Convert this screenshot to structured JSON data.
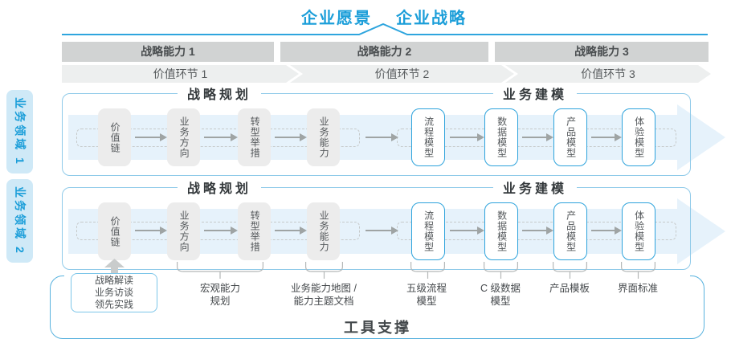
{
  "header": {
    "vision": "企业愿景",
    "strategy": "企业战略"
  },
  "capabilities": [
    "战略能力 1",
    "战略能力 2",
    "战略能力 3"
  ],
  "value_links": [
    "价值环节 1",
    "价值环节 2",
    "价值环节 3"
  ],
  "domains": [
    "业务领域 1",
    "业务领域 2"
  ],
  "lane": {
    "planning_title": "战略规划",
    "modeling_title": "业务建模",
    "strategy_boxes": [
      "价值链",
      "业务方向",
      "转型举措",
      "业务能力"
    ],
    "model_boxes": [
      "流程模型",
      "数据模型",
      "产品模型",
      "体验模型"
    ]
  },
  "annotations": {
    "practice": [
      "战略解读",
      "业务访谈",
      "领先实践"
    ],
    "macro": [
      "宏观能力",
      "规划"
    ],
    "capability_map": [
      "业务能力地图 /",
      "能力主题文档"
    ],
    "process": [
      "五级流程",
      "模型"
    ],
    "data_model": [
      "C 级数据",
      "模型"
    ],
    "product": "产品模板",
    "ui_standard": "界面标准"
  },
  "footer": {
    "tool_support": "工具支撑"
  },
  "colors": {
    "accent_blue": "#1b9ed9",
    "line_blue": "#2ea5de",
    "capability_bar": "#d1d3d3",
    "value_link_band": "#edefef",
    "domain_bg": "#cfe9f7",
    "lane_border": "#8fcae9",
    "flow_arrow_fill": "#e6f2fb",
    "gray_node_bg": "#ececec",
    "blue_node_border": "#2ea3dc",
    "small_arrow": "#9fa4a4",
    "tool_border": "#58b2de"
  }
}
